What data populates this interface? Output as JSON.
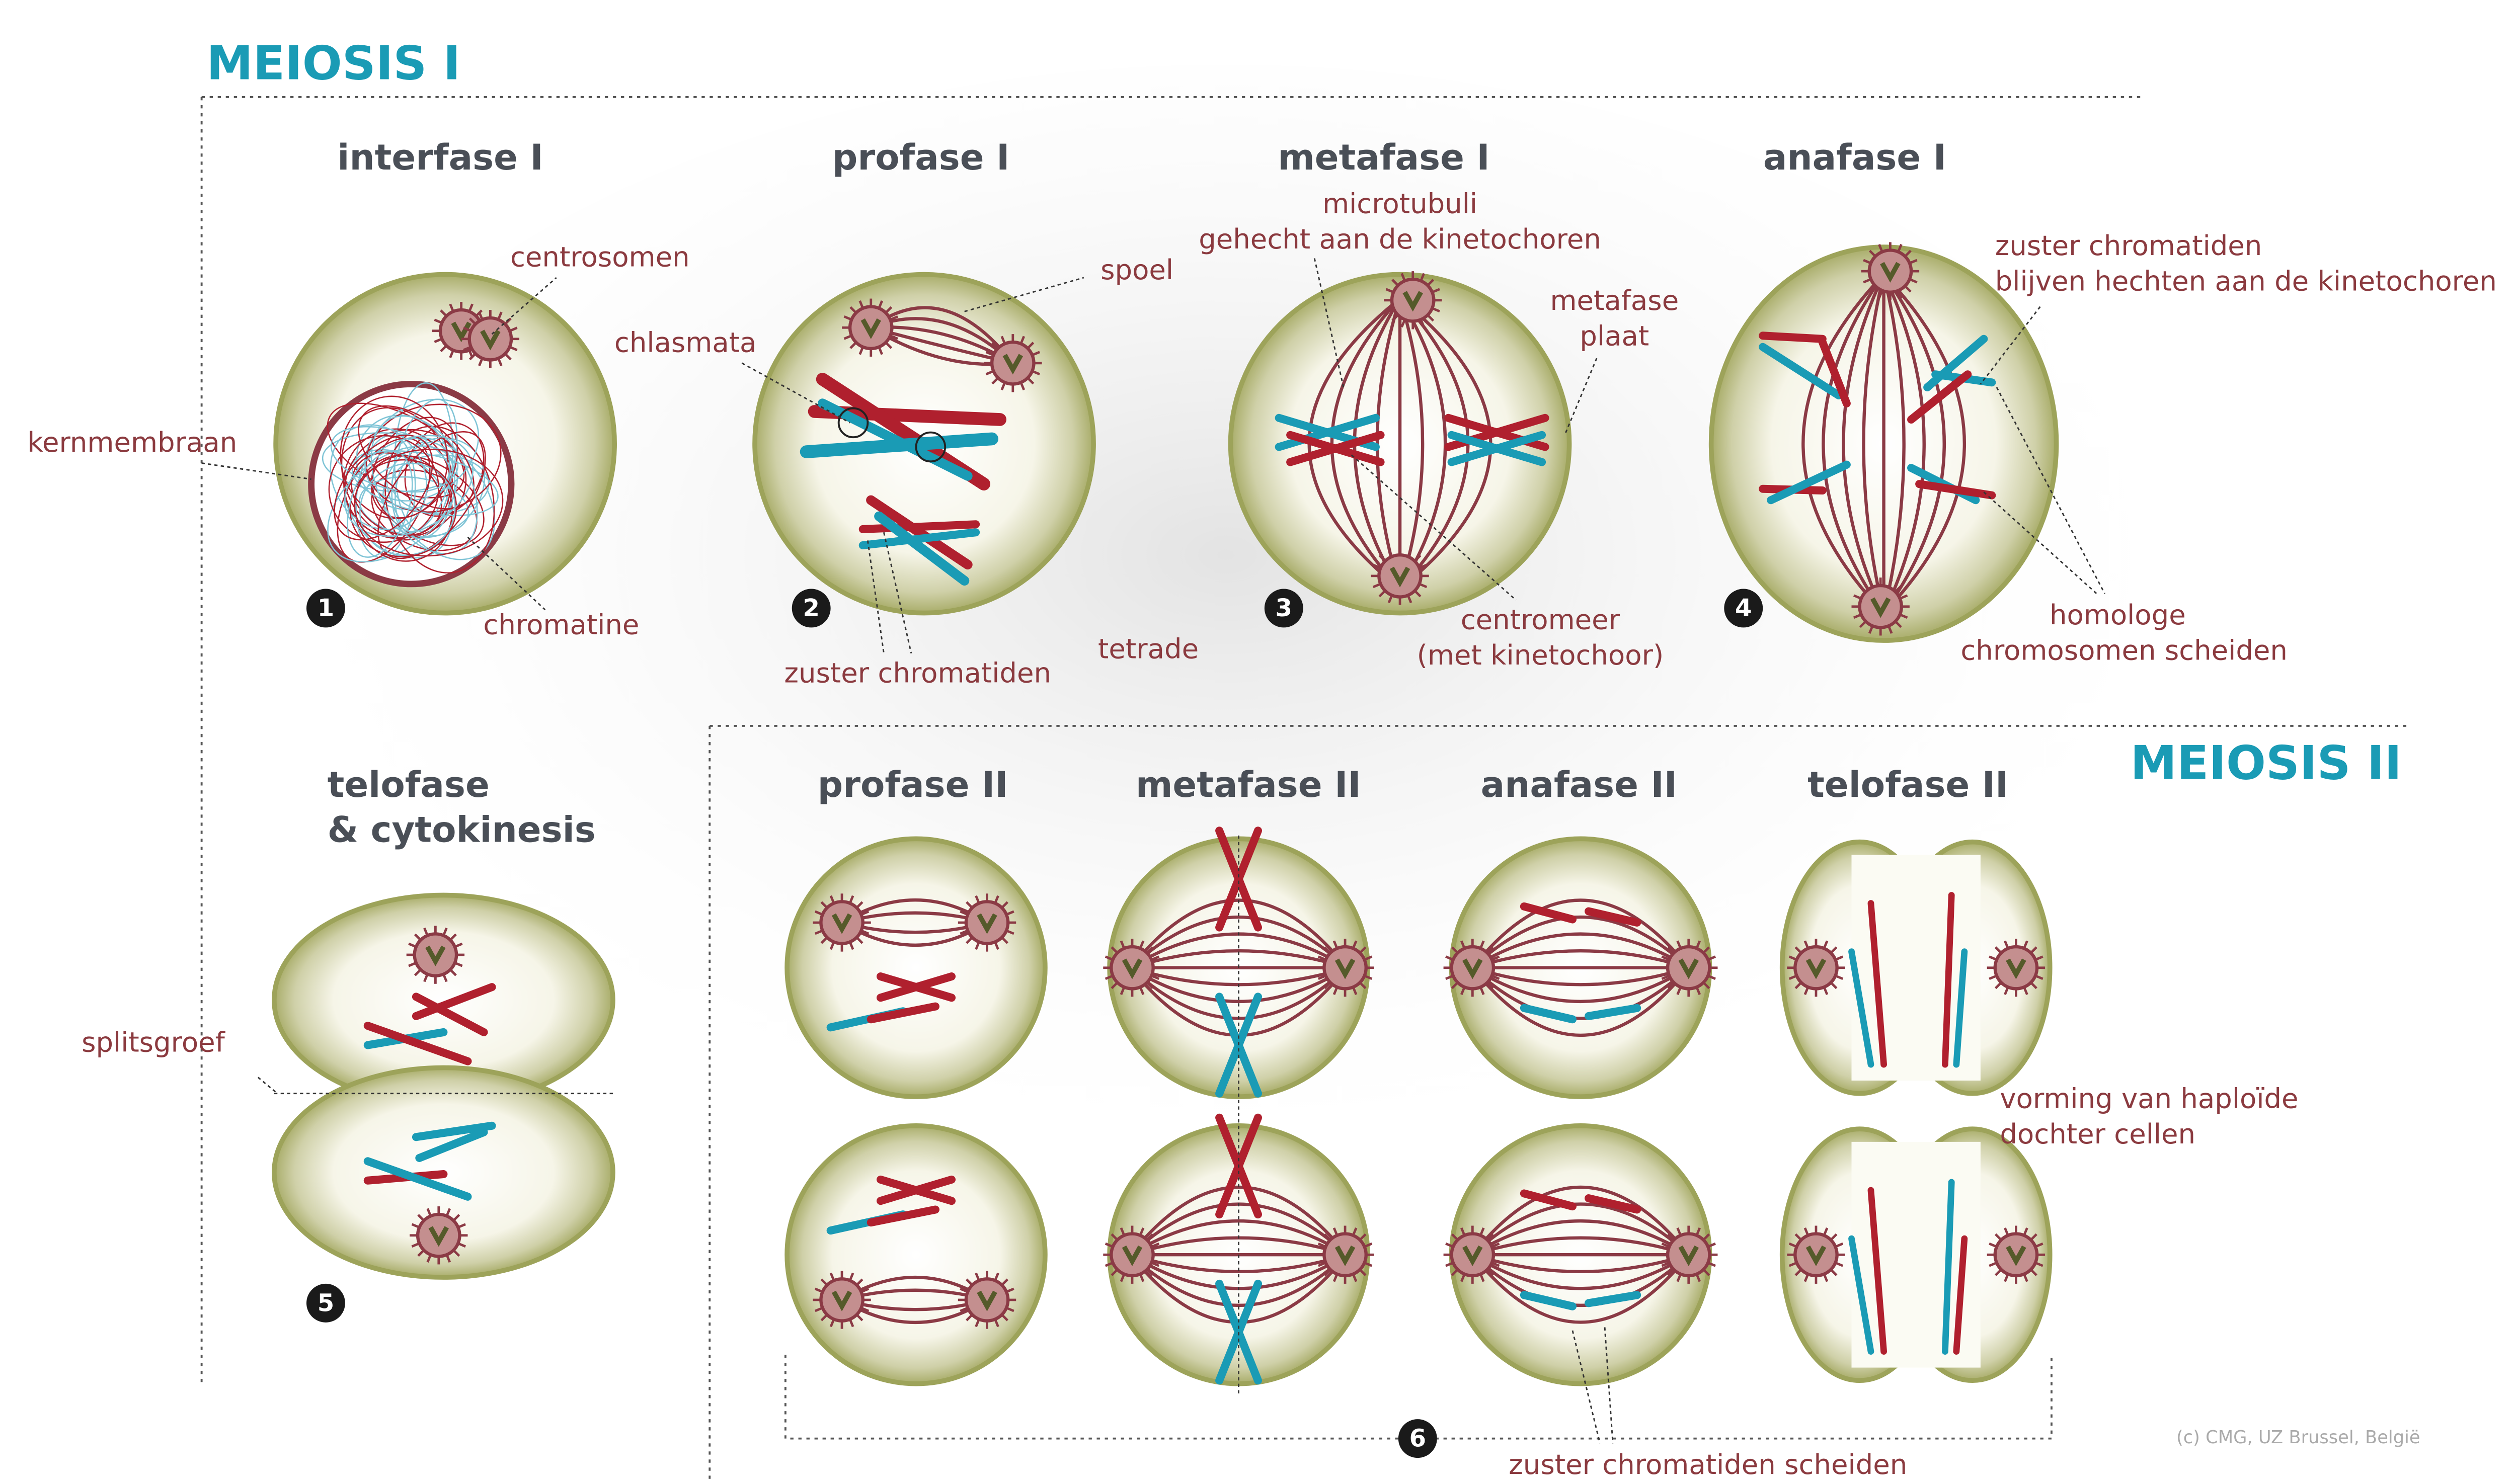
{
  "meiosis1": {
    "title": "MEIOSIS I",
    "stages": [
      "interfase I",
      "profase I",
      "metafase I",
      "anafase I"
    ],
    "numbers": [
      "1",
      "2",
      "3",
      "4"
    ],
    "labels": {
      "centrosomen": "centrosomen",
      "kernmembraan": "kernmembraan",
      "chromatine": "chromatine",
      "chlasmata": "chlasmata",
      "spoel": "spoel",
      "zuster_chromatiden": "zuster chromatiden",
      "tetrade": "tetrade",
      "microtubuli": "microtubuli",
      "gehecht": "gehecht aan de kinetochoren",
      "metafase": "metafase",
      "plaat": "plaat",
      "centromeer": "centromeer",
      "met_kinetochoor": "(met kinetochoor)",
      "zuster_chromatiden_2": "zuster chromatiden",
      "blijven_hechten": "blijven hechten aan de kinetochoren",
      "homologe": "homologe",
      "chromosomen_scheiden": "chromosomen scheiden"
    }
  },
  "telofase1": {
    "title_line1": "telofase",
    "title_line2": "& cytokinesis",
    "number": "5",
    "splitsgroef": "splitsgroef"
  },
  "meiosis2": {
    "title": "MEIOSIS II",
    "stages": [
      "profase II",
      "metafase II",
      "anafase II",
      "telofase II"
    ],
    "number": "6",
    "zuster_scheiden": "zuster chromatiden scheiden",
    "vorming_line1": "vorming van haploïde",
    "vorming_line2": "dochter cellen"
  },
  "copyright": "(c) CMG, UZ Brussel, België",
  "colors": {
    "title": "#1a9bb5",
    "label": "#8b3a3f",
    "red_chromosome": "#b0202e",
    "blue_chromosome": "#1a9bb5",
    "spindle": "#8b3a45",
    "cell_border": "#9da35a"
  }
}
